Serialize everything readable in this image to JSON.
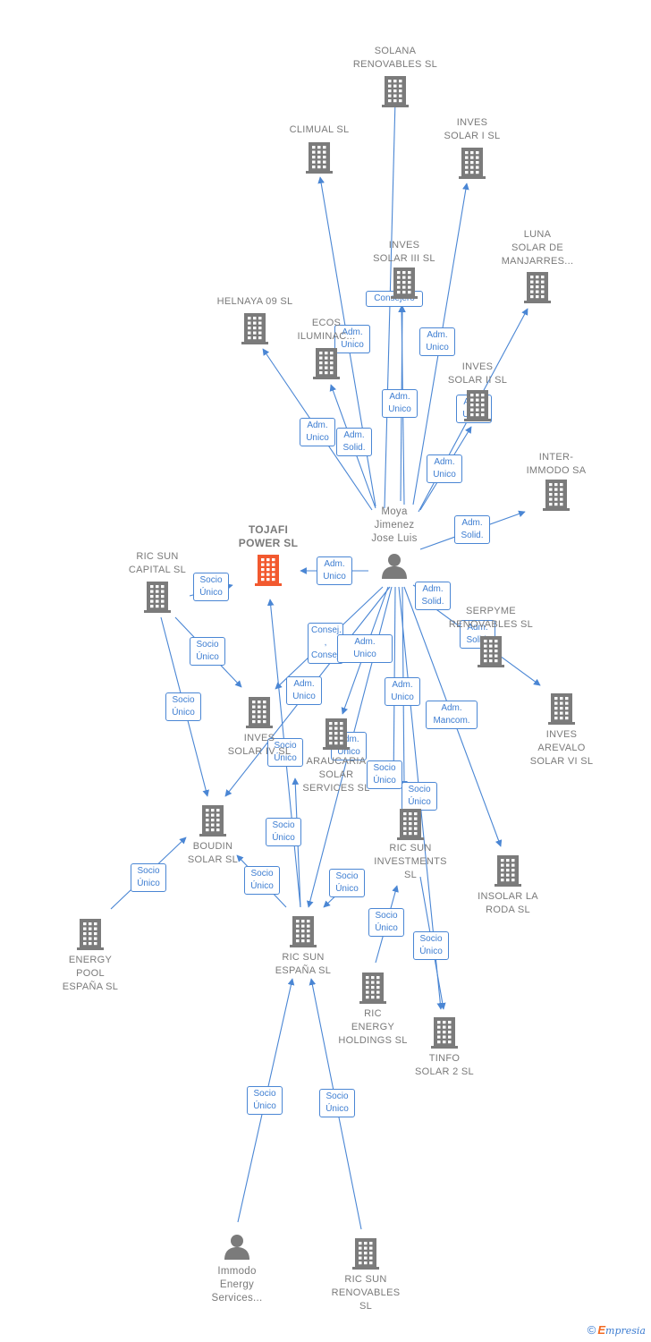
{
  "nodes": [
    {
      "id": "solana",
      "type": "company",
      "label": "SOLANA\nRENOVABLES SL"
    },
    {
      "id": "climual",
      "type": "company",
      "label": "CLIMUAL SL"
    },
    {
      "id": "inves1",
      "type": "company",
      "label": "INVES\nSOLAR I SL"
    },
    {
      "id": "inves3",
      "type": "company",
      "label": "INVES\nSOLAR III SL"
    },
    {
      "id": "luna",
      "type": "company",
      "label": "LUNA\nSOLAR DE\nMANJARRES..."
    },
    {
      "id": "helnaya",
      "type": "company",
      "label": "HELNAYA 09 SL"
    },
    {
      "id": "ecos",
      "type": "company",
      "label": "ECOS\nILUMINAC..."
    },
    {
      "id": "inves2",
      "type": "company",
      "label": "INVES\nSOLAR II SL"
    },
    {
      "id": "inter",
      "type": "company",
      "label": "INTER-\nIMMODO SA"
    },
    {
      "id": "moya",
      "type": "person",
      "label": "Moya\nJimenez\nJose Luis"
    },
    {
      "id": "tojafi",
      "type": "focus",
      "label": "TOJAFI\nPOWER  SL"
    },
    {
      "id": "ricsuncap",
      "type": "company",
      "label": "RIC SUN\nCAPITAL  SL"
    },
    {
      "id": "serpyme",
      "type": "company",
      "label": "SERPYME\nRENOVABLES SL"
    },
    {
      "id": "inves4",
      "type": "company",
      "label": "INVES\nSOLAR IV SL"
    },
    {
      "id": "araucaria",
      "type": "company",
      "label": "ARAUCARIA\nSOLAR\nSERVICES SL"
    },
    {
      "id": "arevalo",
      "type": "company",
      "label": "INVES\nAREVALO\nSOLAR VI SL"
    },
    {
      "id": "boudin",
      "type": "company",
      "label": "BOUDIN\nSOLAR SL"
    },
    {
      "id": "ricinv",
      "type": "company",
      "label": "RIC SUN\nINVESTMENTS\nSL"
    },
    {
      "id": "insolar",
      "type": "company",
      "label": "INSOLAR LA\nRODA  SL"
    },
    {
      "id": "energy",
      "type": "company",
      "label": "ENERGY\nPOOL\nESPAÑA  SL"
    },
    {
      "id": "ricesp",
      "type": "company",
      "label": "RIC SUN\nESPAÑA  SL"
    },
    {
      "id": "richold",
      "type": "company",
      "label": "RIC\nENERGY\nHOLDINGS  SL"
    },
    {
      "id": "tinfo",
      "type": "company",
      "label": "TINFO\nSOLAR 2 SL"
    },
    {
      "id": "immodo",
      "type": "person",
      "label": "Immodo\nEnergy\nServices..."
    },
    {
      "id": "ricren",
      "type": "company",
      "label": "RIC SUN\nRENOVABLES\nSL"
    }
  ],
  "edges": [
    {
      "label": "Consejero"
    },
    {
      "label": "Adm.\nSolid."
    },
    {
      "label": "Adm.\nUnico"
    },
    {
      "label": "Adm.\nUnico"
    },
    {
      "label": "Adm.\nUnico"
    },
    {
      "label": "Adm.\nUnico"
    },
    {
      "label": "Adm.\nSolid."
    },
    {
      "label": "Adm.\nUnico"
    },
    {
      "label": "Adm.\nSolid."
    },
    {
      "label": "Adm.\nUnico"
    },
    {
      "label": "Adm.\nSolid."
    },
    {
      "label": "Adm.\nSolid."
    },
    {
      "label": "Adm.\nUnico"
    },
    {
      "label": "Consej. ,\nConsej...."
    },
    {
      "label": "Adm.\nUnico"
    },
    {
      "label": "Adm.\nUnico"
    },
    {
      "label": "Adm.\nMancom."
    },
    {
      "label": "Adm.\nUnico"
    },
    {
      "label": "Adm.\nUnico"
    },
    {
      "label": "Socio\nÚnico"
    },
    {
      "label": "Socio\nÚnico"
    },
    {
      "label": "Socio\nÚnico"
    },
    {
      "label": "Socio\nÚnico"
    },
    {
      "label": "Socio\nÚnico"
    },
    {
      "label": "Socio\nÚnico"
    },
    {
      "label": "Socio\nÚnico"
    },
    {
      "label": "Socio\nÚnico"
    },
    {
      "label": "Socio\nÚnico"
    },
    {
      "label": "Socio\nÚnico"
    },
    {
      "label": "Socio\nÚnico"
    },
    {
      "label": "Socio\nÚnico"
    },
    {
      "label": "Socio\nÚnico"
    },
    {
      "label": "Socio\nÚnico"
    }
  ],
  "colors": {
    "company": "#7b7b7b",
    "focus": "#f2592f",
    "person": "#7b7b7b",
    "edge": "#4a86d4",
    "badge_text": "#3d7dd1"
  },
  "footer": {
    "copyright": "©",
    "brand_initial": "E",
    "brand_rest": "mpresia"
  }
}
